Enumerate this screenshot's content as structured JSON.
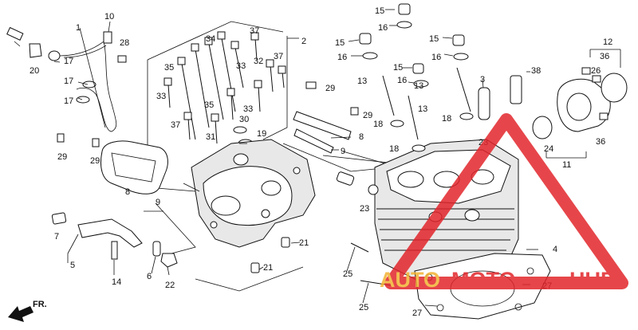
{
  "diagram": {
    "direction_label": "FR.",
    "callouts": [
      "10",
      "28",
      "15",
      "16",
      "15",
      "16",
      "15",
      "16",
      "12",
      "1",
      "2",
      "34",
      "37",
      "36",
      "17",
      "20",
      "35",
      "33",
      "32",
      "37",
      "13",
      "15",
      "38",
      "26",
      "17",
      "29",
      "3",
      "33",
      "16",
      "13",
      "17",
      "13",
      "18",
      "35",
      "33",
      "29",
      "18",
      "23",
      "24",
      "37",
      "30",
      "8",
      "31",
      "19",
      "9",
      "18",
      "36",
      "29",
      "29",
      "11",
      "8",
      "9",
      "23",
      "7",
      "4",
      "5",
      "14",
      "6",
      "22",
      "21",
      "21",
      "25",
      "27",
      "25",
      "27"
    ],
    "watermark": {
      "word_a": "AUTO",
      "word_b": "MOTO",
      "word_c": "HUB",
      "color": "#e2262b",
      "secondary_color": "#f2b233"
    }
  }
}
